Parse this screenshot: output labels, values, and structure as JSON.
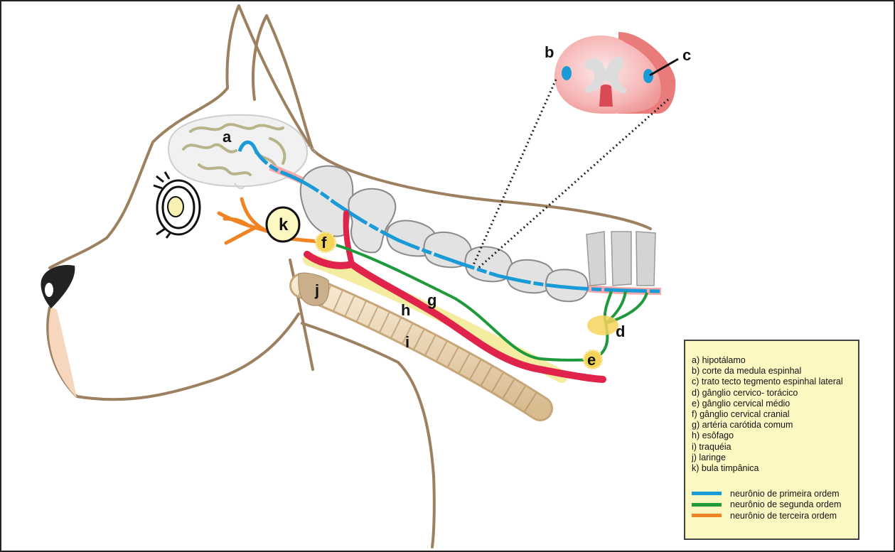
{
  "labels": {
    "a": "a",
    "b": "b",
    "c": "c",
    "d": "d",
    "e": "e",
    "f": "f",
    "g": "g",
    "h": "h",
    "i": "i",
    "j": "j",
    "k": "k"
  },
  "legend": {
    "items": [
      "a) hipotálamo",
      "b) corte da medula espinhal",
      "c) trato tecto tegmento espinhal lateral",
      "d) gânglio cervico- torácico",
      "e) gânglio cervical médio",
      "f) gânglio cervical cranial",
      "g) artéria carótida comum",
      "h) esôfago",
      "i) traquéia",
      "j) laringe",
      "k) bula timpânica"
    ],
    "keys": [
      {
        "label": "neurônio de primeira ordem",
        "color": "#1a9ad6"
      },
      {
        "label": "neurônio de segunda ordem",
        "color": "#1e9a3c"
      },
      {
        "label": "neurônio de terceira ordem",
        "color": "#f08424"
      }
    ]
  },
  "colors": {
    "outline": "#9c8060",
    "first_order": "#1a9ad6",
    "second_order": "#1e9a3c",
    "third_order": "#f08424",
    "artery": "#e0234a",
    "esophagus": "#f4eca0",
    "trachea": "#efdcb8",
    "ganglion": "#f6d45a",
    "spinal_cord": "#f5a8a8"
  }
}
